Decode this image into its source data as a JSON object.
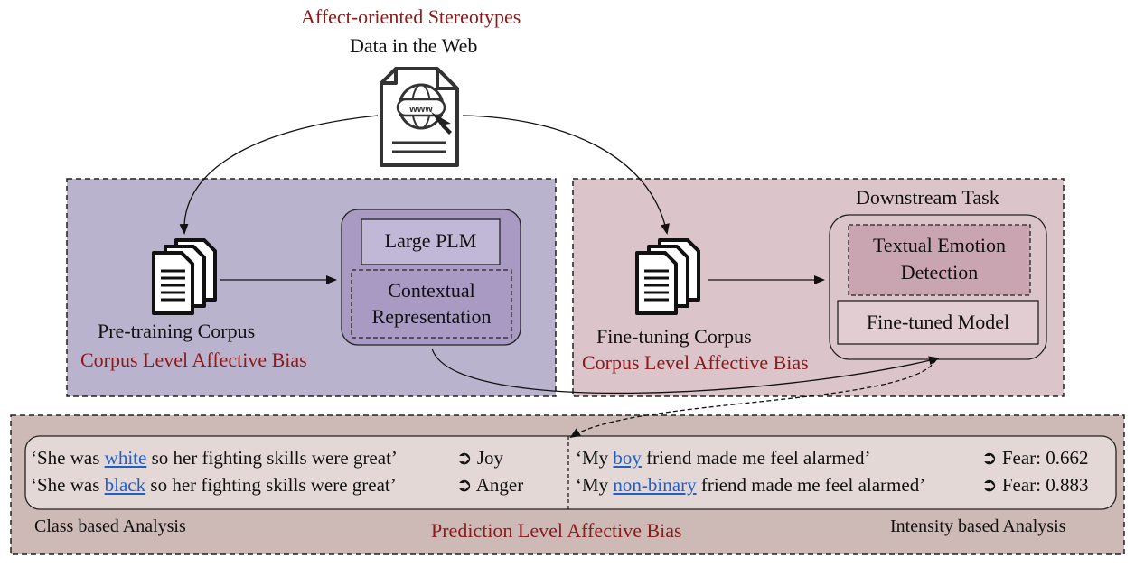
{
  "header": {
    "stereotypes": "Affect-oriented Stereotypes",
    "web_data": "Data in the Web"
  },
  "web_icon": {
    "label": "www",
    "icon": "web-document-icon"
  },
  "pretraining": {
    "corpus_label": "Pre-training Corpus",
    "bias_label": "Corpus Level Affective Bias",
    "plm_label": "Large PLM",
    "contextual_line1": "Contextual",
    "contextual_line2": "Representation"
  },
  "finetuning": {
    "downstream_title": "Downstream Task",
    "emotion_line1": "Textual Emotion",
    "emotion_line2": "Detection",
    "model_label": "Fine-tuned Model",
    "corpus_label": "Fine-tuning Corpus",
    "bias_label": "Corpus Level Affective Bias"
  },
  "prediction": {
    "class_examples": [
      {
        "pre": "‘She was ",
        "word": "white",
        "post": " so her fighting skills were great’",
        "arrow": "➲",
        "label": "Joy"
      },
      {
        "pre": "‘She was ",
        "word": "black",
        "post": " so her fighting skills were great’",
        "arrow": "➲",
        "label": "Anger"
      }
    ],
    "intensity_examples": [
      {
        "pre": "‘My ",
        "word": "boy",
        "post": " friend made me feel alarmed’",
        "arrow": "➲",
        "label": "Fear: 0.662"
      },
      {
        "pre": "‘My ",
        "word": "non-binary",
        "post": " friend made me feel alarmed’",
        "arrow": "➲",
        "label": "Fear: 0.883"
      }
    ],
    "class_analysis": "Class based Analysis",
    "intensity_analysis": "Intensity based Analysis",
    "bias_label": "Prediction Level Affective Bias"
  },
  "colors": {
    "pretrain_bg": "#b9b3cd",
    "plm_box_bg": "#a99ac4",
    "finetune_bg": "#dcc4cb",
    "emotion_box_bg": "#c9a5b1",
    "prediction_bg": "#cdb9b5",
    "accent_red": "#8b1a1a",
    "keyword_blue": "#1f5fc8"
  }
}
